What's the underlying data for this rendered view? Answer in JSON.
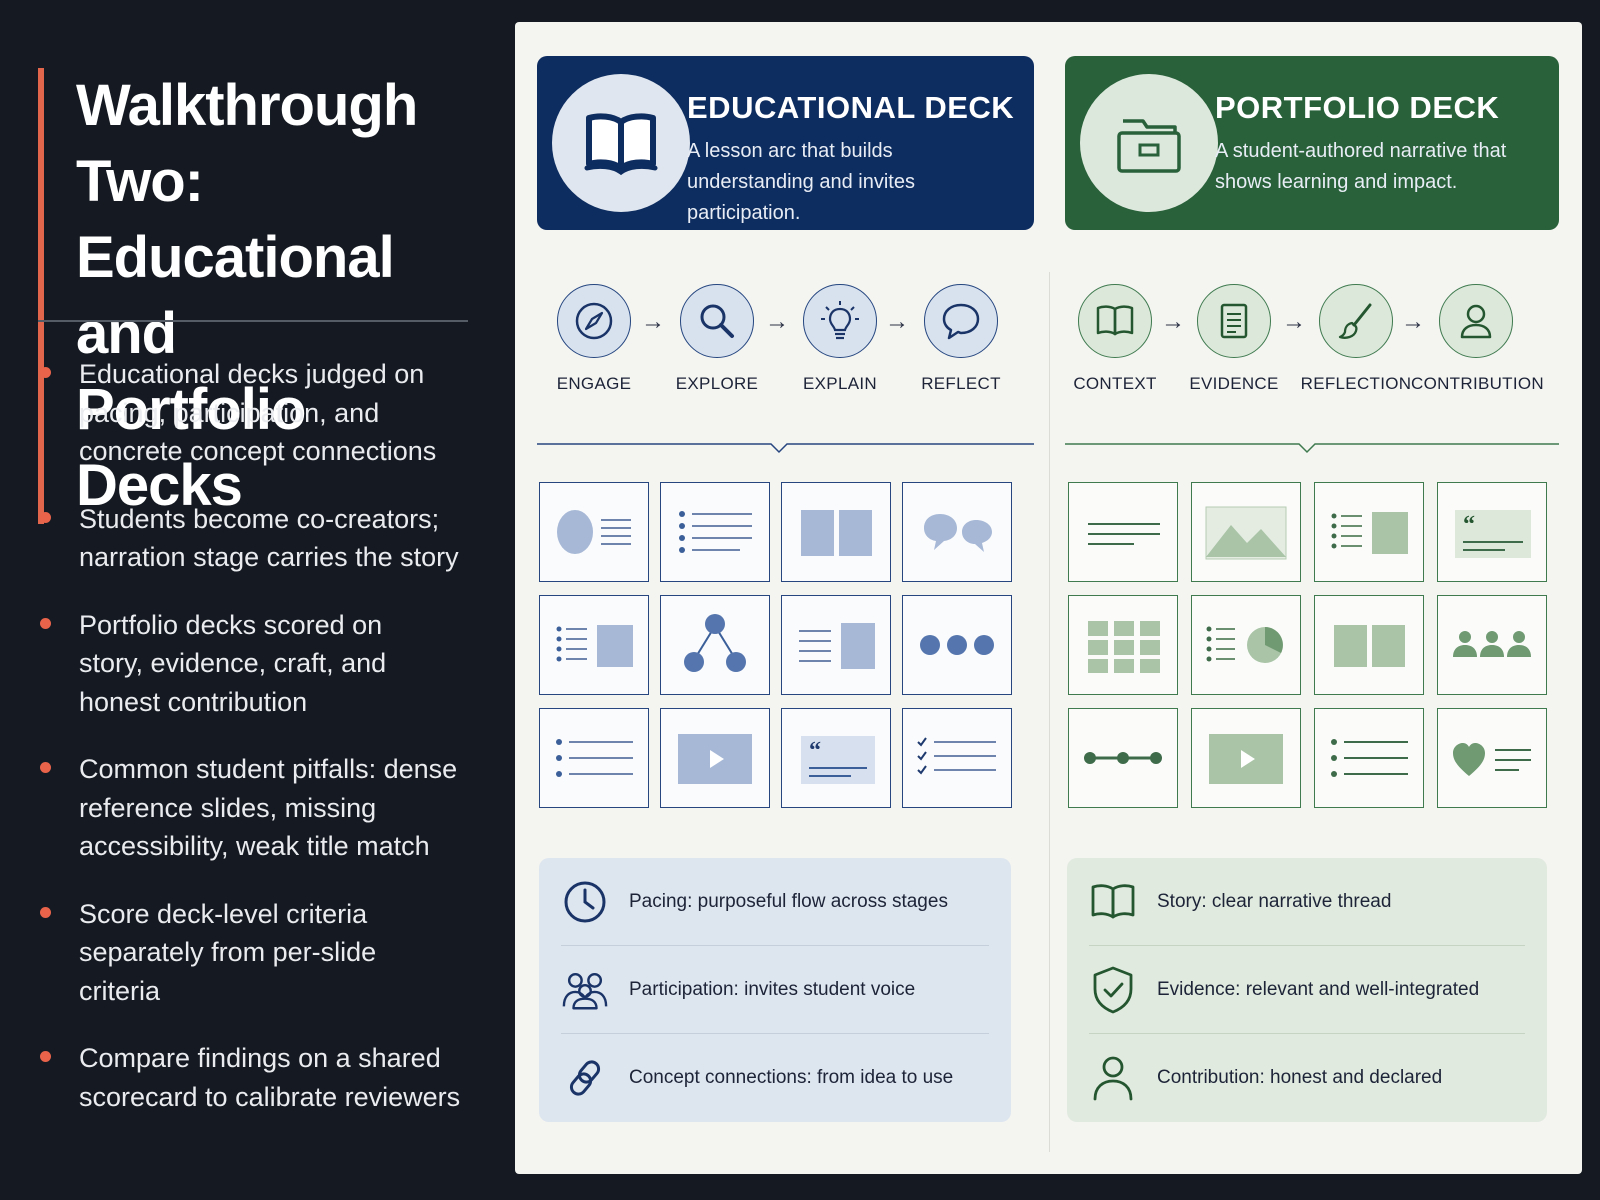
{
  "slide": {
    "title_lines": [
      "Walkthrough Two:",
      "Educational and",
      "Portfolio Decks"
    ],
    "bullets": [
      {
        "lines": [
          "Educational decks judged on",
          "pacing, participation, and",
          "concrete concept connections"
        ]
      },
      {
        "lines": [
          "Students become co-creators;",
          "narration stage carries the story"
        ]
      },
      {
        "lines": [
          "Portfolio decks scored on",
          "story, evidence, craft, and",
          "honest contribution"
        ]
      },
      {
        "lines": [
          "Common student pitfalls: dense",
          "reference slides, missing",
          "accessibility, weak title match"
        ]
      },
      {
        "lines": [
          "Score deck-level criteria",
          "separately from per-slide",
          "criteria"
        ]
      },
      {
        "lines": [
          "Compare findings on a shared",
          "scorecard to calibrate reviewers"
        ]
      }
    ]
  },
  "colors": {
    "accent": "#e2664c",
    "edu_primary": "#0d2c5f",
    "port_primary": "#28613a"
  },
  "educational": {
    "title": "EDUCATIONAL DECK",
    "description": "A lesson arc that builds understanding and invites participation.",
    "icon": "open-book-icon",
    "stages": [
      {
        "label": "ENGAGE",
        "icon": "compass-icon"
      },
      {
        "label": "EXPLORE",
        "icon": "magnifier-icon"
      },
      {
        "label": "EXPLAIN",
        "icon": "lightbulb-icon"
      },
      {
        "label": "REFLECT",
        "icon": "speech-bubble-icon"
      }
    ],
    "arrow": "→",
    "tiles": [
      "circle-text",
      "bullet-list",
      "two-panels",
      "dialogue-bubbles",
      "list-image",
      "connected-nodes",
      "text-image",
      "three-dots",
      "bullet-list-2",
      "video-play",
      "quote-card",
      "checklist"
    ],
    "criteria": [
      {
        "text": "Pacing: purposeful flow across stages",
        "icon": "clock-icon"
      },
      {
        "text": "Participation: invites student voice",
        "icon": "people-icon"
      },
      {
        "text": "Concept connections: from idea to use",
        "icon": "link-icon"
      }
    ]
  },
  "portfolio": {
    "title": "PORTFOLIO DECK",
    "description": "A student-authored narrative that shows learning and impact.",
    "icon": "folder-icon",
    "stages": [
      {
        "label": "CONTEXT",
        "icon": "open-book-icon"
      },
      {
        "label": "EVIDENCE",
        "icon": "document-icon"
      },
      {
        "label": "REFLECTION",
        "icon": "brush-icon"
      },
      {
        "label": "CONTRIBUTION",
        "icon": "person-icon"
      }
    ],
    "arrow": "→",
    "tiles": [
      "text-lines",
      "landscape-image",
      "list-image",
      "quote-card",
      "gallery-grid",
      "list-pie-chart",
      "two-panels",
      "people-group",
      "timeline",
      "video-play",
      "bullet-list",
      "heart-text"
    ],
    "criteria": [
      {
        "text": "Story: clear narrative thread",
        "icon": "open-book-icon"
      },
      {
        "text": "Evidence: relevant and well-integrated",
        "icon": "shield-check-icon"
      },
      {
        "text": "Contribution: honest and declared",
        "icon": "person-icon"
      }
    ]
  }
}
